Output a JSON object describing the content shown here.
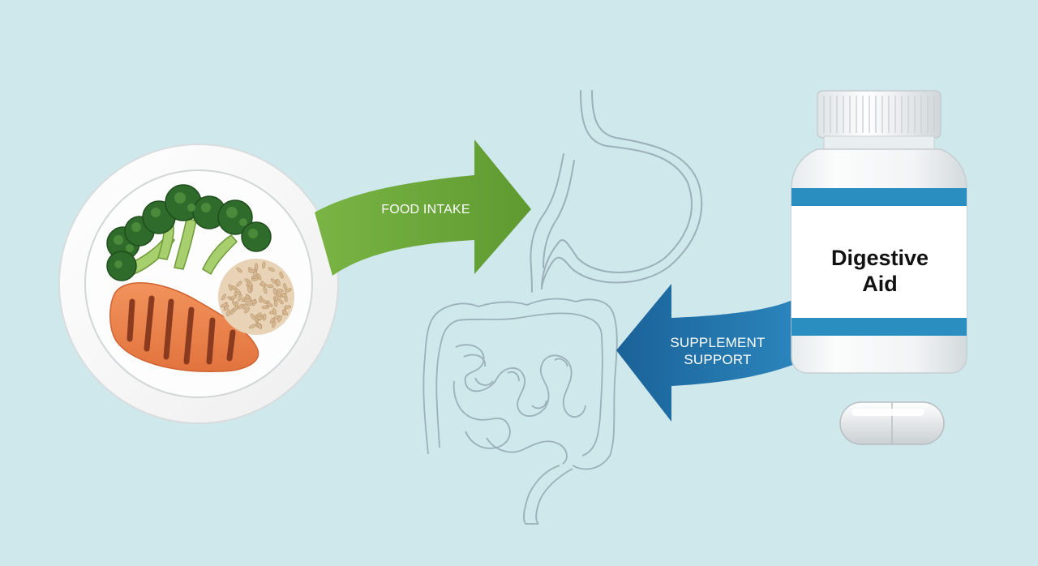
{
  "diagram": {
    "arrows": {
      "food_intake": "FOOD INTAKE",
      "supplement_support_line1": "SUPPLEMENT",
      "supplement_support_line2": "SUPPORT"
    },
    "bottle": {
      "label_line1": "Digestive",
      "label_line2": "Aid"
    }
  },
  "colors": {
    "background": "#cfe8ec",
    "food_arrow": "#6aa23a",
    "supplement_arrow": "#1f6fa3",
    "bottle_band": "#2a8fc0",
    "organ_outline": "#9bb0b8"
  },
  "icons": [
    "plate-icon",
    "broccoli-icon",
    "chicken-breast-icon",
    "rice-icon",
    "stomach-icon",
    "intestines-icon",
    "supplement-bottle-icon",
    "capsule-icon"
  ]
}
